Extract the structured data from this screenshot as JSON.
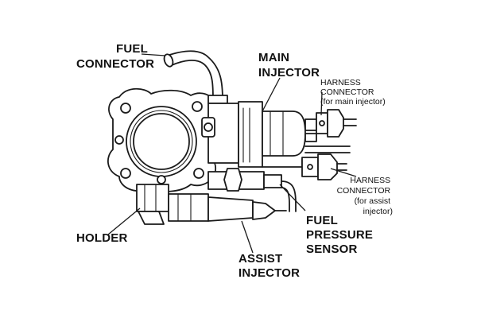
{
  "labels": {
    "fuel_connector": [
      "FUEL",
      "CONNECTOR"
    ],
    "main_injector": [
      "MAIN",
      "INJECTOR"
    ],
    "harness_main": [
      "HARNESS",
      "CONNECTOR",
      "(for main injector)"
    ],
    "harness_assist": [
      "HARNESS",
      "CONNECTOR",
      "(for assist",
      "injector)"
    ],
    "fuel_pressure_sensor": [
      "FUEL",
      "PRESSURE",
      "SENSOR"
    ],
    "holder": [
      "HOLDER"
    ],
    "assist_injector": [
      "ASSIST",
      "INJECTOR"
    ]
  }
}
